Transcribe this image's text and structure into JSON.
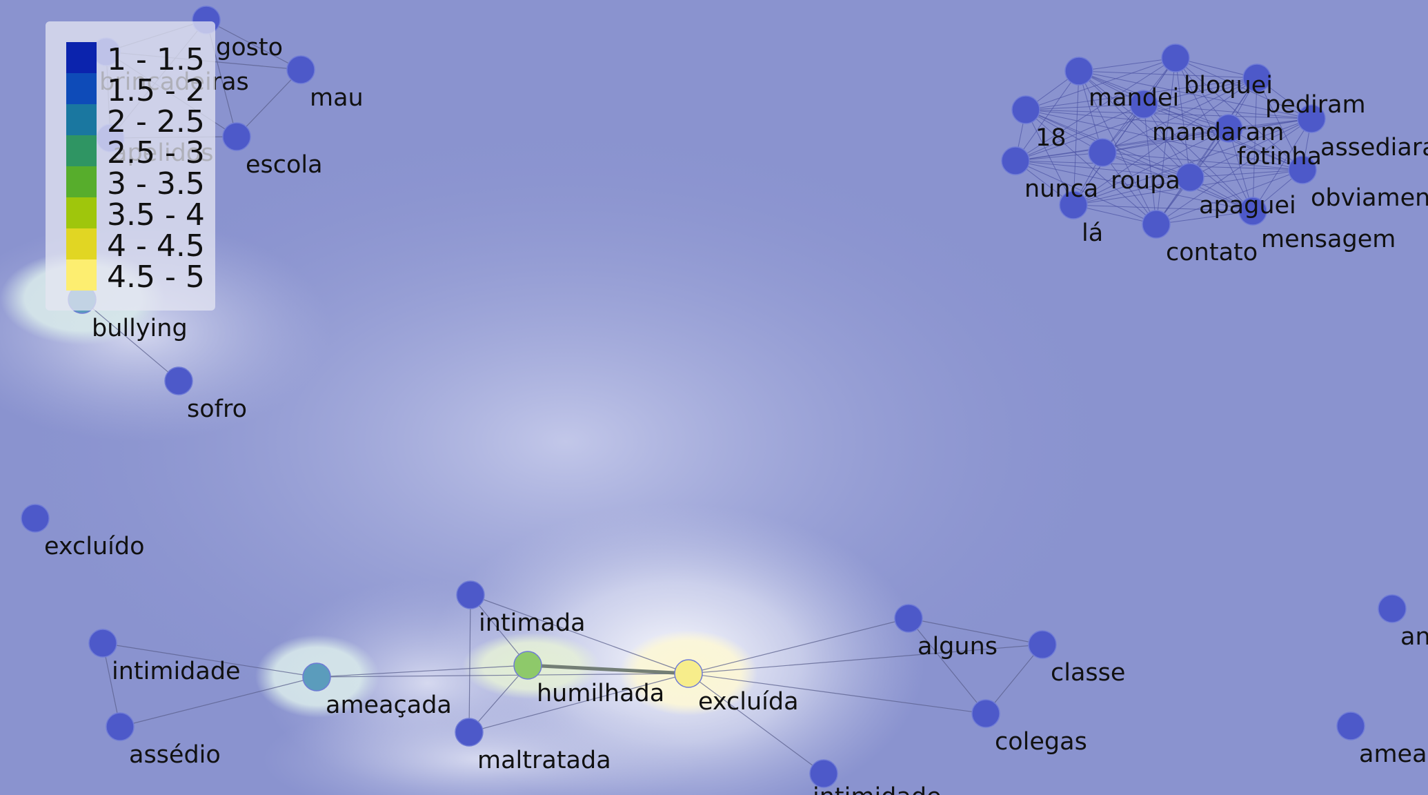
{
  "legend": {
    "items": [
      {
        "label": "1 - 1.5",
        "color": "#0b23ad"
      },
      {
        "label": "1.5 - 2",
        "color": "#0e4bb8"
      },
      {
        "label": "2 - 2.5",
        "color": "#1a77a0"
      },
      {
        "label": "2.5 - 3",
        "color": "#2f9563"
      },
      {
        "label": "3 - 3.5",
        "color": "#57ad2c"
      },
      {
        "label": "3.5 - 4",
        "color": "#9fc60c"
      },
      {
        "label": "4 - 4.5",
        "color": "#e1d623"
      },
      {
        "label": "4.5 - 5",
        "color": "#fdee70"
      }
    ]
  },
  "nodes": [
    {
      "id": "gosto",
      "label": "gosto",
      "level": 1
    },
    {
      "id": "mau",
      "label": "mau",
      "level": 1
    },
    {
      "id": "brincadeiras",
      "label": "brincadeiras",
      "level": 1
    },
    {
      "id": "escola",
      "label": "escola",
      "level": 1
    },
    {
      "id": "apelidos",
      "label": "apelidos",
      "level": 1
    },
    {
      "id": "bullying",
      "label": "bullying",
      "level": 2
    },
    {
      "id": "sofro",
      "label": "sofro",
      "level": 1
    },
    {
      "id": "excluido",
      "label": "excluído",
      "level": 1
    },
    {
      "id": "mandei",
      "label": "mandei",
      "level": 1
    },
    {
      "id": "bloquei",
      "label": "bloquei",
      "level": 1
    },
    {
      "id": "pediram",
      "label": "pediram",
      "level": 1
    },
    {
      "id": "n18",
      "label": "18",
      "level": 1
    },
    {
      "id": "mandaram",
      "label": "mandaram",
      "level": 1
    },
    {
      "id": "assediaram",
      "label": "assediaram",
      "level": 1
    },
    {
      "id": "fotinha",
      "label": "fotinha",
      "level": 1
    },
    {
      "id": "nunca",
      "label": "nunca",
      "level": 1
    },
    {
      "id": "roupa",
      "label": "roupa",
      "level": 1
    },
    {
      "id": "obviamente",
      "label": "obviamente",
      "level": 1
    },
    {
      "id": "apaguei",
      "label": "apaguei",
      "level": 1
    },
    {
      "id": "la",
      "label": "lá",
      "level": 1
    },
    {
      "id": "contato",
      "label": "contato",
      "level": 1
    },
    {
      "id": "mensagem",
      "label": "mensagem",
      "level": 1
    },
    {
      "id": "intimada",
      "label": "intimada",
      "level": 1
    },
    {
      "id": "intimidade",
      "label": "intimidade",
      "level": 1
    },
    {
      "id": "ameacada",
      "label": "ameaçada",
      "level": 2
    },
    {
      "id": "humilhada",
      "label": "humilhada",
      "level": 3.5
    },
    {
      "id": "excluida",
      "label": "excluída",
      "level": 4.5
    },
    {
      "id": "alguns",
      "label": "alguns",
      "level": 1
    },
    {
      "id": "classe",
      "label": "classe",
      "level": 1
    },
    {
      "id": "assedio",
      "label": "assédio",
      "level": 1
    },
    {
      "id": "maltratada",
      "label": "maltratada",
      "level": 1
    },
    {
      "id": "colegas",
      "label": "colegas",
      "level": 1
    },
    {
      "id": "intimidade2",
      "label": "intimidade",
      "level": 1
    },
    {
      "id": "an",
      "label": "an",
      "level": 1
    },
    {
      "id": "amea",
      "label": "ameaç",
      "level": 1
    }
  ],
  "edges": [
    [
      "gosto",
      "mau"
    ],
    [
      "gosto",
      "brincadeiras"
    ],
    [
      "gosto",
      "escola"
    ],
    [
      "gosto",
      "apelidos"
    ],
    [
      "mau",
      "escola"
    ],
    [
      "mau",
      "brincadeiras"
    ],
    [
      "brincadeiras",
      "apelidos"
    ],
    [
      "brincadeiras",
      "escola"
    ],
    [
      "apelidos",
      "escola"
    ],
    [
      "bullying",
      "sofro"
    ],
    [
      "intimidade",
      "ameacada"
    ],
    [
      "intimidade",
      "assedio"
    ],
    [
      "assedio",
      "ameacada"
    ],
    [
      "ameacada",
      "humilhada"
    ],
    [
      "ameacada",
      "excluida"
    ],
    [
      "intimada",
      "humilhada"
    ],
    [
      "intimada",
      "excluida"
    ],
    [
      "intimada",
      "maltratada"
    ],
    [
      "maltratada",
      "humilhada"
    ],
    [
      "maltratada",
      "excluida"
    ],
    [
      "humilhada",
      "excluida",
      "strong"
    ],
    [
      "excluida",
      "alguns"
    ],
    [
      "excluida",
      "classe"
    ],
    [
      "excluida",
      "colegas"
    ],
    [
      "excluida",
      "intimidade2"
    ],
    [
      "alguns",
      "classe"
    ],
    [
      "alguns",
      "colegas"
    ],
    [
      "classe",
      "colegas"
    ]
  ],
  "clique": [
    "mandei",
    "bloquei",
    "pediram",
    "n18",
    "mandaram",
    "assediaram",
    "fotinha",
    "nunca",
    "roupa",
    "obviamente",
    "apaguei",
    "la",
    "contato",
    "mensagem"
  ]
}
